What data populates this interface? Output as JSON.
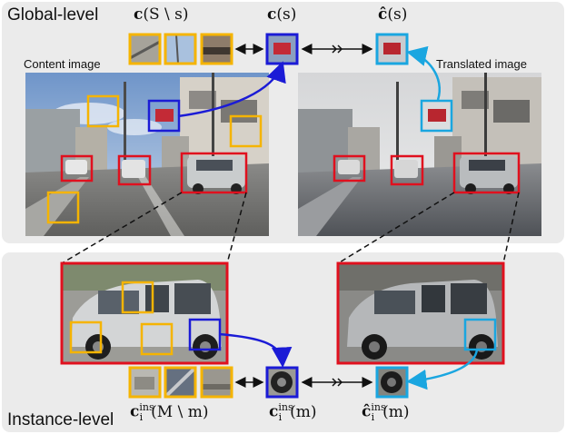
{
  "global": {
    "title": "Global-level",
    "content_caption": "Content image",
    "translated_caption": "Translated image",
    "c_complement": {
      "prefix": "c",
      "args": "(S \\ s)"
    },
    "c_s": {
      "prefix": "c",
      "args": "(s)"
    },
    "c_hat_s": {
      "prefix": "ĉ",
      "args": "(s)"
    }
  },
  "instance": {
    "title": "Instance-level",
    "c_ins_complement": {
      "prefix": "c",
      "sup": "ins",
      "sub": "i",
      "args": "(M \\ m)"
    },
    "c_ins_m": {
      "prefix": "c",
      "sup": "ins",
      "sub": "i",
      "args": "(m)"
    },
    "c_hat_ins_m": {
      "prefix": "ĉ",
      "sup": "ins",
      "sub": "i",
      "args": "(m)"
    }
  },
  "colors": {
    "background": "#ebebeb",
    "positive_patch": "#1b1bd6",
    "translated_patch": "#1aa6e0",
    "negative_patch": "#f5b400",
    "instance_box": "#e0101e"
  }
}
